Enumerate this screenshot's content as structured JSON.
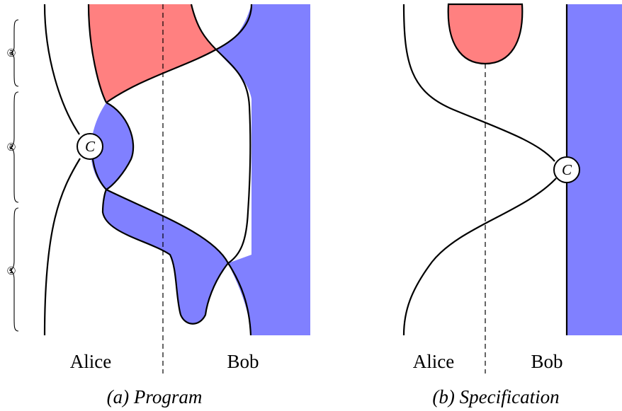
{
  "panel_a": {
    "left_label": "Alice",
    "right_label": "Bob",
    "caption": "(a) Program",
    "node_label": "C",
    "phases": [
      "③",
      "②",
      "①"
    ]
  },
  "panel_b": {
    "left_label": "Alice",
    "right_label": "Bob",
    "caption": "(b) Specification",
    "node_label": "C"
  },
  "colors": {
    "red_region": "#ff8080",
    "blue_region": "#8080ff",
    "line": "#000000"
  }
}
